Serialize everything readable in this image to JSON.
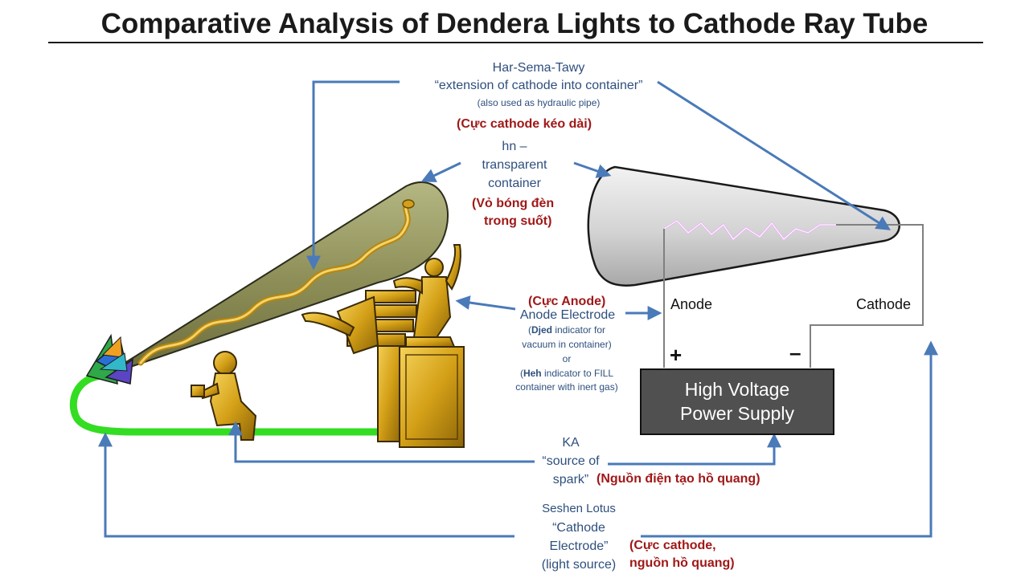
{
  "title": "Comparative Analysis of Dendera Lights to Cathode Ray Tube",
  "labels": {
    "har_sema_tawy": {
      "name": "Har-Sema-Tawy",
      "desc": "“extension of cathode into container”",
      "note": "(also used as hydraulic pipe)",
      "vi": "(Cực cathode kéo dài)"
    },
    "hn": {
      "line1": "hn –",
      "line2": "transparent",
      "line3": "container",
      "vi1": "(Vỏ bóng đèn",
      "vi2": "trong suốt)"
    },
    "anode_electrode": {
      "vi": "(Cực Anode)",
      "name": "Anode Electrode",
      "djed_pre": "(",
      "djed_bold": "Djed",
      "djed_post": " indicator for",
      "djed_line2": "vacuum in container)",
      "or": "or",
      "heh_pre": "(",
      "heh_bold": "Heh",
      "heh_post": " indicator to FILL",
      "heh_line2": "container with inert gas)"
    },
    "ka": {
      "line1": "KA",
      "line2": "“source of",
      "line3": "spark”",
      "vi": "(Nguồn điện tạo hồ quang)"
    },
    "seshen": {
      "line1": "Seshen Lotus",
      "line2": "“Cathode",
      "line3": "Electrode”",
      "line4": "(light source)",
      "vi1": "(Cực cathode,",
      "vi2": "nguồn hồ quang)"
    }
  },
  "crt": {
    "anode": "Anode",
    "cathode": "Cathode",
    "plus": "+",
    "minus": "–",
    "psu_line1": "High Voltage",
    "psu_line2": "Power Supply"
  },
  "colors": {
    "arrow": "#4a7ab8",
    "label_blue": "#2e4f7e",
    "label_red": "#a01818",
    "bulb_olive": "#8e8f58",
    "gold": "#d4a017",
    "green_cable": "#33dd22",
    "crt_glass": "#cfcfcf",
    "psu": "#505050"
  }
}
